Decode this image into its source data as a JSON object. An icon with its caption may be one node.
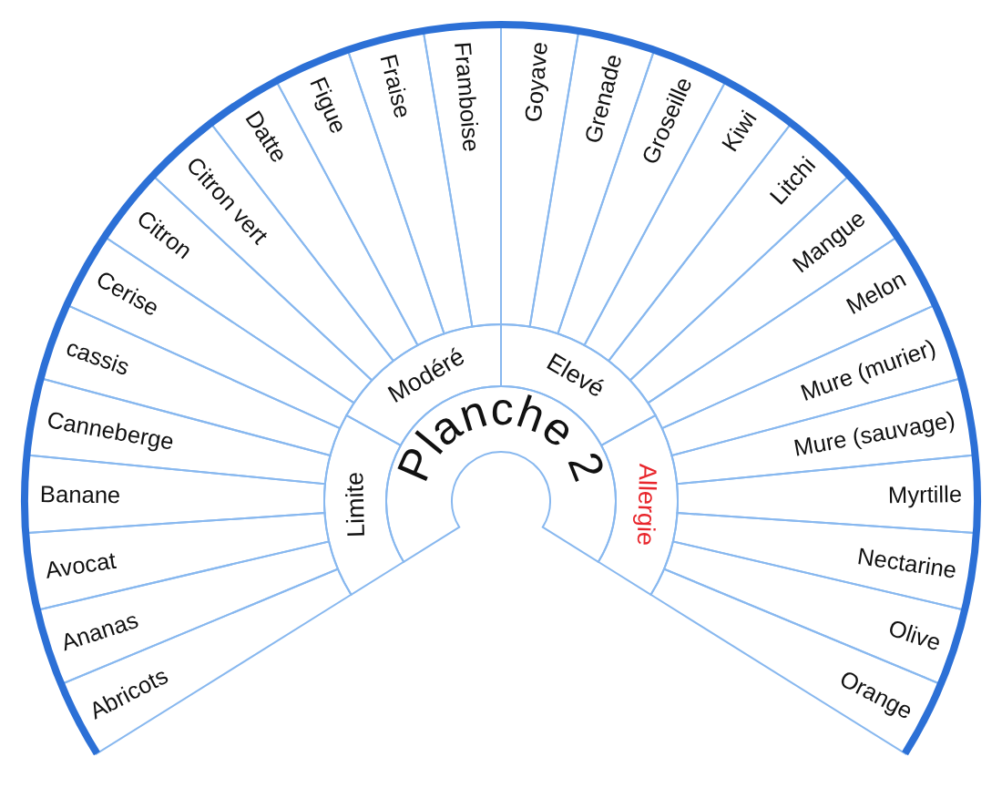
{
  "diagram": {
    "nodes": [
      {
        "text": [
          "Planche 2"
        ]
      },
      {
        "text": [
          "Limite"
        ]
      },
      {
        "text": [
          "Modéré"
        ]
      },
      {
        "text": [
          "Elevé"
        ]
      },
      {
        "text": [
          "Allergie"
        ]
      },
      {
        "text": [
          "Abricots"
        ]
      },
      {
        "text": [
          "Ananas"
        ]
      },
      {
        "text": [
          "Avocat"
        ]
      },
      {
        "text": [
          "Banane"
        ]
      },
      {
        "text": [
          "Canneberge"
        ]
      },
      {
        "text": [
          "cassis"
        ]
      },
      {
        "text": [
          "Cerise"
        ]
      },
      {
        "text": [
          "Citron"
        ]
      },
      {
        "text": [
          "Citron vert"
        ]
      },
      {
        "text": [
          "Datte"
        ]
      },
      {
        "text": [
          "Figue"
        ]
      },
      {
        "text": [
          "Fraise"
        ]
      },
      {
        "text": [
          "Framboise"
        ]
      },
      {
        "text": [
          "Goyave"
        ]
      },
      {
        "text": [
          "Grenade"
        ]
      },
      {
        "text": [
          "Groseille"
        ]
      },
      {
        "text": [
          "Kiwi"
        ]
      },
      {
        "text": [
          "Litchi"
        ]
      },
      {
        "text": [
          "Mangue"
        ]
      },
      {
        "text": [
          "Melon"
        ]
      },
      {
        "text": [
          "Mure (murier)"
        ]
      },
      {
        "text": [
          "Mure (sauvage)"
        ]
      },
      {
        "text": [
          "Myrtille"
        ]
      },
      {
        "text": [
          "Nectarine"
        ]
      },
      {
        "text": [
          "Olive"
        ]
      },
      {
        "text": [
          "Orange"
        ]
      }
    ]
  }
}
